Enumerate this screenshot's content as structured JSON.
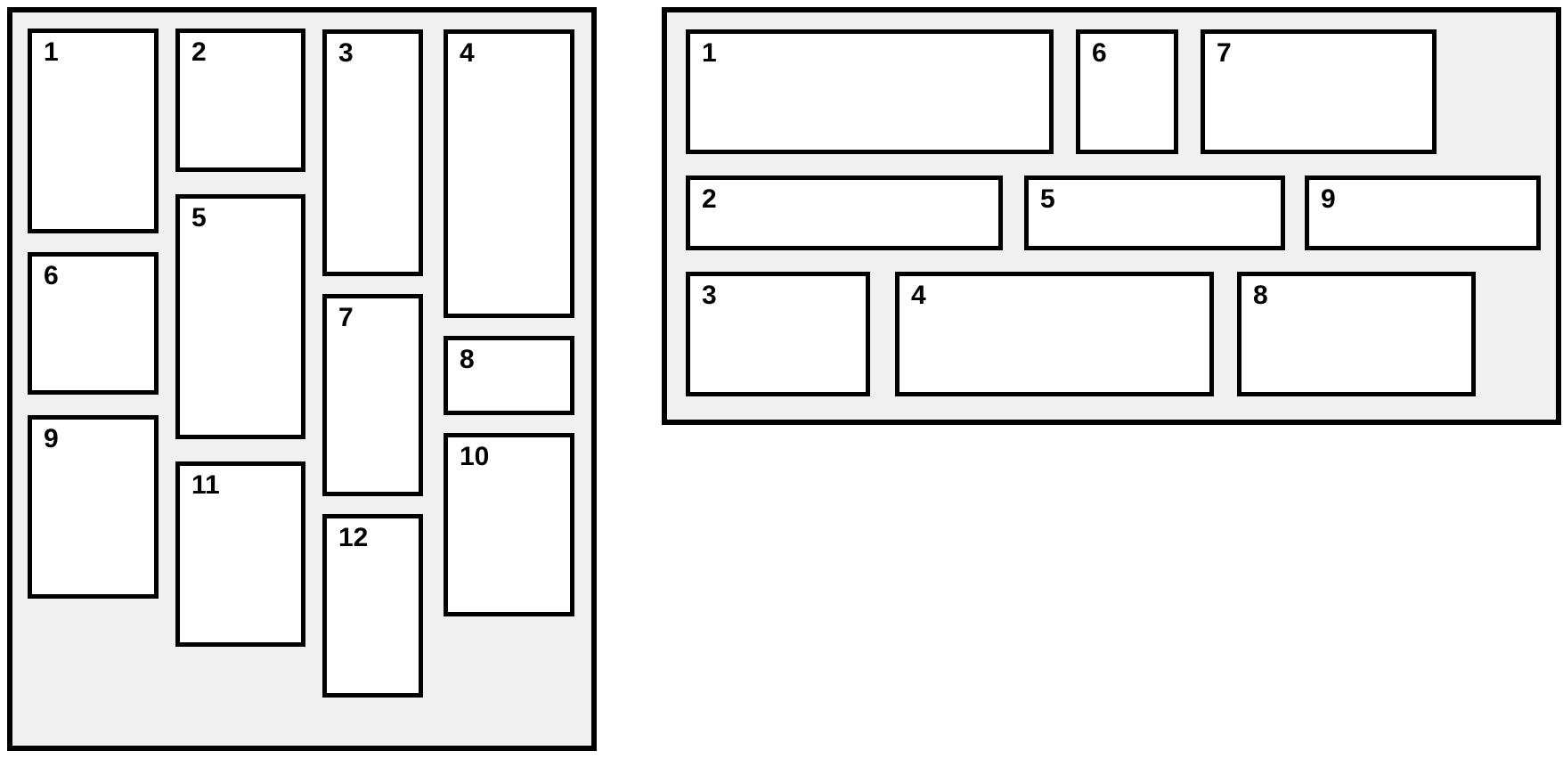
{
  "colors": {
    "page_background": "#ffffff",
    "panel_background": "#f0f0f0",
    "card_background": "#ffffff",
    "outline": "#000000"
  },
  "left_panel": {
    "labels": [
      "1",
      "2",
      "3",
      "4",
      "5",
      "6",
      "7",
      "8",
      "9",
      "10",
      "11",
      "12"
    ]
  },
  "right_panel": {
    "labels": [
      "1",
      "2",
      "3",
      "4",
      "5",
      "6",
      "7",
      "8",
      "9"
    ]
  }
}
